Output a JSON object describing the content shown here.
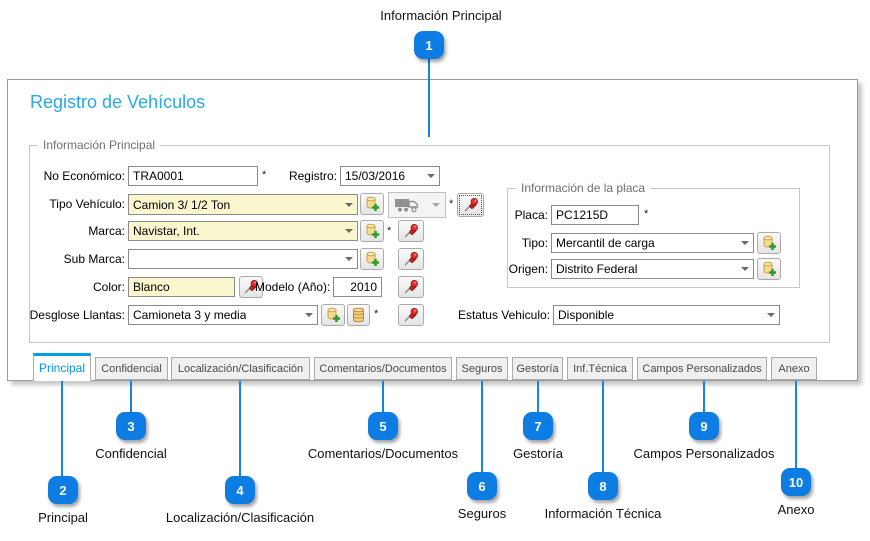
{
  "colors": {
    "accent_blue": "#0d7de4",
    "title_blue": "#29a9e1",
    "selected_tab_blue": "#00a0e8",
    "field_yellow": "#faf6cd",
    "line_blue": "#1484e8"
  },
  "callout_top": {
    "number": "1",
    "label": "Información Principal"
  },
  "panel": {
    "title": "Registro de Vehículos"
  },
  "main_group": {
    "legend": "Información Principal",
    "fields": {
      "no_economico": {
        "label": "No Económico:",
        "value": "TRA0001",
        "required": "*"
      },
      "registro": {
        "label": "Registro:",
        "value": "15/03/2016"
      },
      "tipo_vehiculo": {
        "label": "Tipo Vehículo:",
        "value": "Camion 3/ 1/2 Ton",
        "required": "*"
      },
      "marca": {
        "label": "Marca:",
        "value": "Navistar, Int.",
        "required": "*"
      },
      "sub_marca": {
        "label": "Sub Marca:",
        "value": ""
      },
      "color": {
        "label": "Color:",
        "value": "Blanco"
      },
      "modelo": {
        "label": "Modelo (Año):",
        "value": "2010"
      },
      "desglose_llantas": {
        "label": "Desglose Llantas:",
        "value": "Camioneta 3 y media",
        "required": "*"
      },
      "estatus": {
        "label": "Estatus Vehiculo:",
        "value": "Disponible"
      }
    }
  },
  "placa_group": {
    "legend": "Información de la placa",
    "fields": {
      "placa": {
        "label": "Placa:",
        "value": "PC1215D",
        "required": "*"
      },
      "tipo": {
        "label": "Tipo:",
        "value": "Mercantil de carga"
      },
      "origen": {
        "label": "Origen:",
        "value": "Distrito Federal"
      }
    }
  },
  "tabs": [
    {
      "label": "Principal",
      "selected": true
    },
    {
      "label": "Confidencial",
      "selected": false
    },
    {
      "label": "Localización/Clasificación",
      "selected": false
    },
    {
      "label": "Comentarios/Documentos",
      "selected": false
    },
    {
      "label": "Seguros",
      "selected": false
    },
    {
      "label": "Gestoría",
      "selected": false
    },
    {
      "label": "Inf.Técnica",
      "selected": false
    },
    {
      "label": "Campos Personalizados",
      "selected": false
    },
    {
      "label": "Anexo",
      "selected": false
    }
  ],
  "callouts": [
    {
      "number": "2",
      "label": "Principal"
    },
    {
      "number": "3",
      "label": "Confidencial"
    },
    {
      "number": "4",
      "label": "Localización/Clasificación"
    },
    {
      "number": "5",
      "label": "Comentarios/Documentos"
    },
    {
      "number": "6",
      "label": "Seguros"
    },
    {
      "number": "7",
      "label": "Gestoría"
    },
    {
      "number": "8",
      "label": "Información Técnica"
    },
    {
      "number": "9",
      "label": "Campos Personalizados"
    },
    {
      "number": "10",
      "label": "Anexo"
    }
  ]
}
